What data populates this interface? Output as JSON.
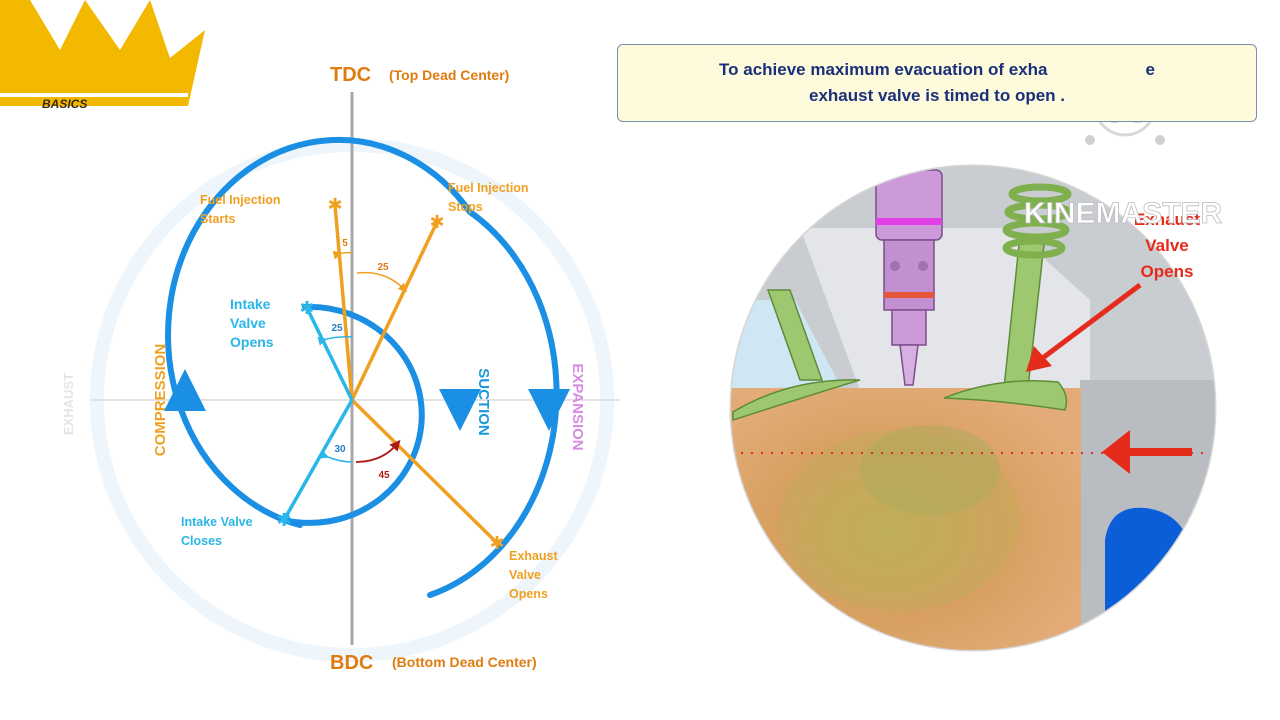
{
  "header_banner": {
    "logo_text": "BASICS",
    "crown_color": "#f3b800"
  },
  "caption": {
    "line1": "To achieve maximum evacuation of exha",
    "line1_tail": "e",
    "line2": "exhaust valve is timed to open ."
  },
  "timing_diagram": {
    "tdc_label": "TDC",
    "tdc_full": "(Top Dead Center)",
    "bdc_label": "BDC",
    "bdc_full": "(Bottom Dead Center)",
    "strokes": {
      "compression": "COMPRESSION",
      "suction": "SUCTION",
      "expansion": "EXPANSION",
      "exhaust": "EXHAUST"
    },
    "events": {
      "fuel_injection_starts": [
        "Fuel Injection",
        "Starts"
      ],
      "fuel_injection_stops": [
        "Fuel Injection",
        "Stops"
      ],
      "intake_valve_opens": [
        "Intake",
        "Valve",
        "Opens"
      ],
      "intake_valve_closes": [
        "Intake Valve",
        "Closes"
      ],
      "exhaust_valve_opens": [
        "Exhaust",
        "Valve",
        "Opens"
      ]
    },
    "angles": {
      "fuel_injection_starts_btdc": "5",
      "fuel_injection_stops_atdc": "25",
      "intake_valve_opens_btdc": "25",
      "intake_valve_closes_abdc": "30",
      "exhaust_valve_opens_bbdc": "45"
    },
    "colors": {
      "stroke_blue": "#1a8fe3",
      "light_blue": "#29b6e8",
      "orange": "#f0a020",
      "label_orange": "#e07b10",
      "expansion_purple": "#d98be3",
      "dark_red": "#b01818",
      "axis_grey": "#a8a8a8"
    }
  },
  "cylinder_illustration": {
    "label": [
      "Exhaust",
      "Valve",
      "Opens"
    ],
    "watermark": "KINEMASTER",
    "watermark_logo": "K",
    "colors": {
      "gas": "#d9a066",
      "valve": "#9dc870",
      "injector": "#cc99d9",
      "arrow": "#e52b1a",
      "port": "#0b5ed7"
    }
  }
}
